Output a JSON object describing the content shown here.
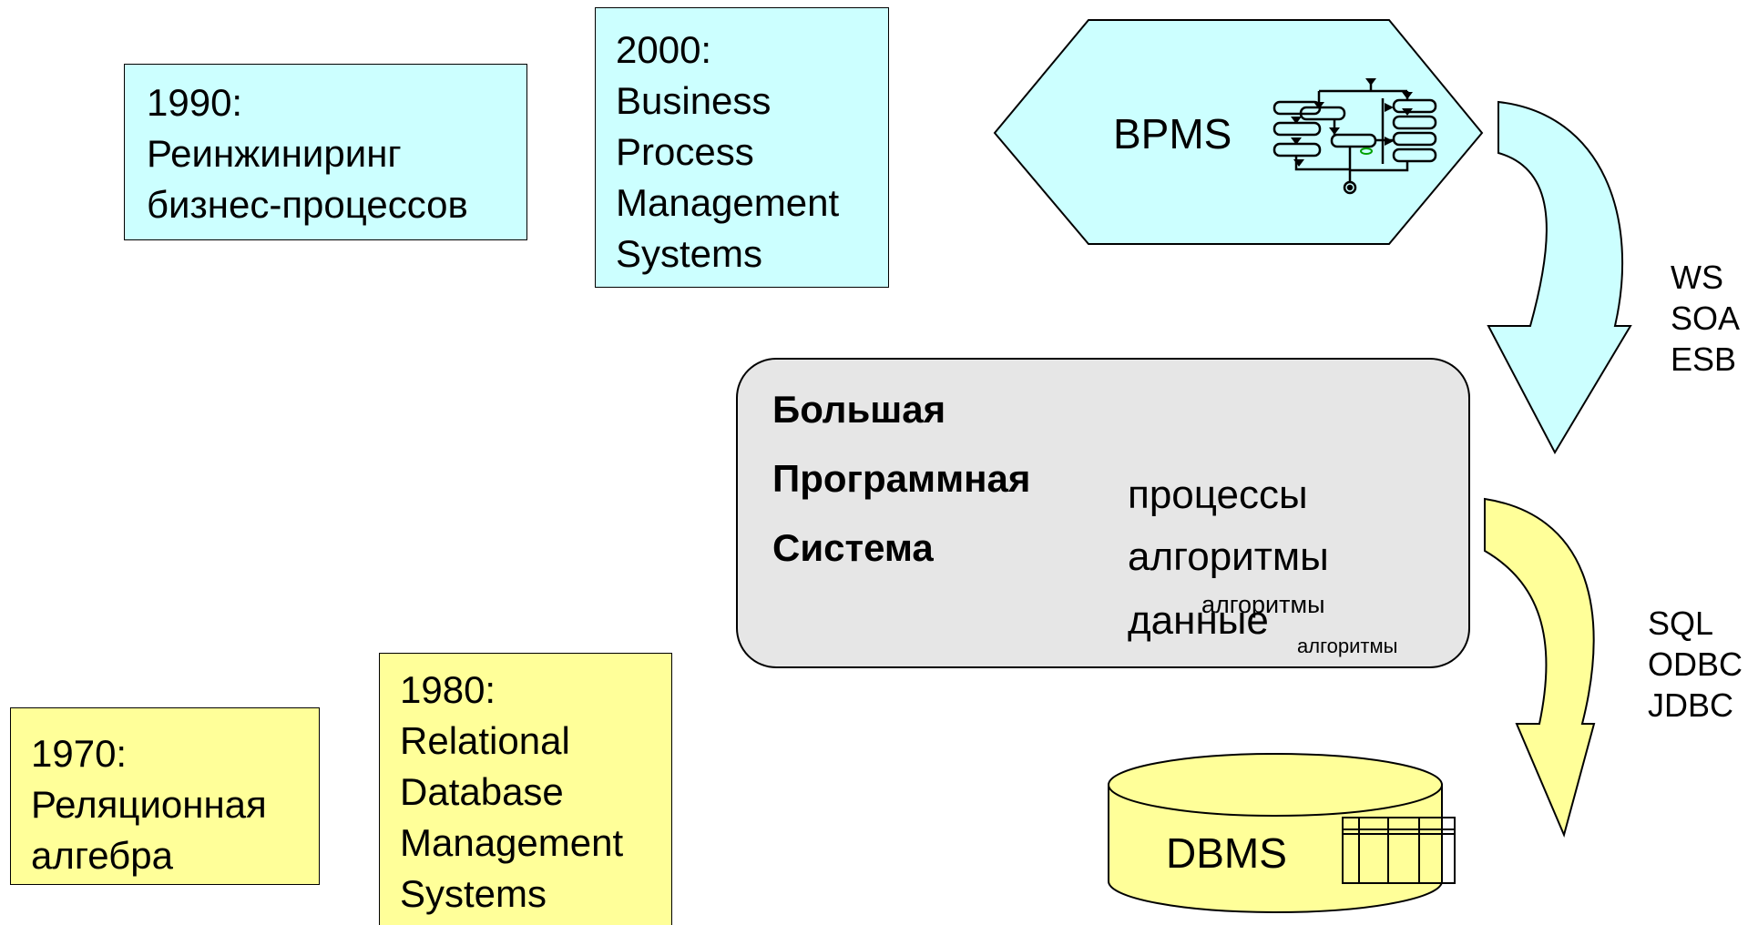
{
  "boxes": {
    "b1990": {
      "year": "1990:",
      "lines": [
        "Реинжиниринг",
        "бизнес-процессов"
      ]
    },
    "b2000": {
      "year": "2000:",
      "lines": [
        "Business",
        "Process",
        "Management",
        "Systems"
      ]
    },
    "b1970": {
      "year": "1970:",
      "lines": [
        "Реляционная",
        "алгебра"
      ]
    },
    "b1980": {
      "year": "1980:",
      "lines": [
        "Relational",
        "Database",
        "Management",
        "Systems"
      ]
    }
  },
  "bpms": {
    "label": "BPMS"
  },
  "dbms": {
    "label": "DBMS"
  },
  "core": {
    "title_lines": [
      "Большая",
      "Программная",
      "Система"
    ],
    "layers": [
      "процессы",
      "алгоритмы",
      "данные"
    ],
    "overlay_small_1": "алгоритмы",
    "overlay_small_2": "алгоритмы"
  },
  "protocols_top": [
    "WS",
    "SOA",
    "ESB"
  ],
  "protocols_bottom": [
    "SQL",
    "ODBC",
    "JDBC"
  ],
  "colors": {
    "cyan": "#ccffff",
    "yellow": "#ffff99",
    "core_fill": "#e6e6e6"
  }
}
